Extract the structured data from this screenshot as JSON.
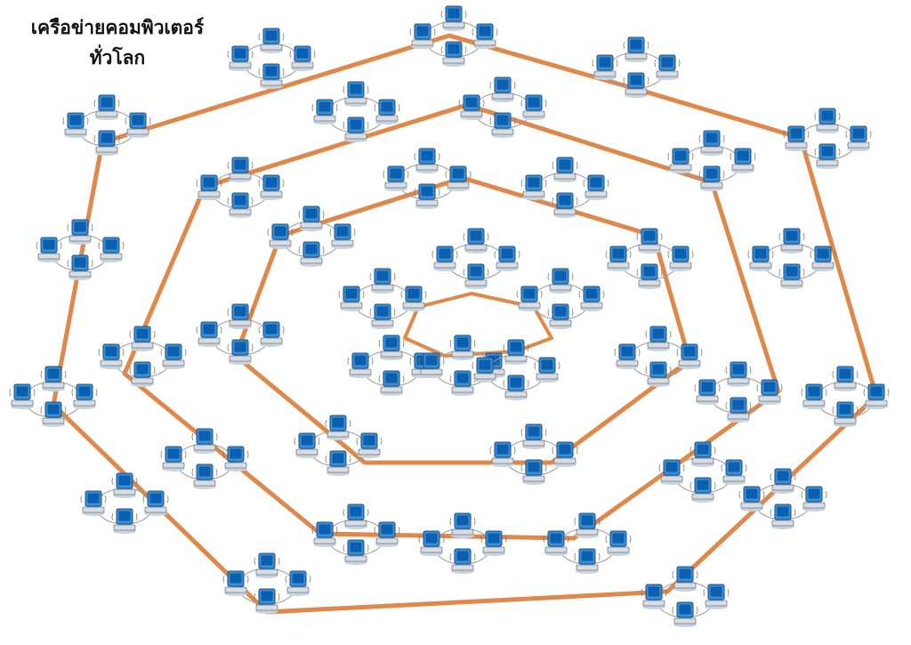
{
  "title": {
    "line1": "เครือข่ายคอมพิวเตอร์",
    "line2": "ทั่วโลก"
  },
  "colors": {
    "ring_line": "#E0874A",
    "cluster_ring": "#9a9a9a",
    "monitor_body": "#3a8fd6",
    "monitor_screen": "#0b5fae",
    "monitor_frame": "#1b4f80",
    "keyboard": "#d7dde3"
  },
  "icons": [
    "computer-icon",
    "cluster-ring"
  ]
}
